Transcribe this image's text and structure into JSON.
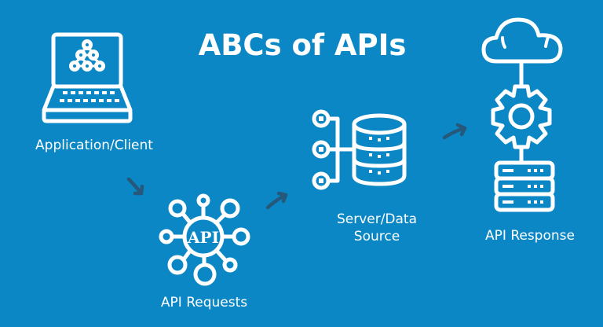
{
  "title": "ABCs of APIs",
  "colors": {
    "background": "#0b87c5",
    "icon": "#ffffff",
    "arrow": "#25587a"
  },
  "steps": [
    {
      "label": "Application/Client",
      "icon": "laptop-network-icon"
    },
    {
      "label": "API Requests",
      "icon": "api-hub-icon"
    },
    {
      "label_line1": "Server/Data",
      "label_line2": "Source",
      "icon": "database-icon"
    },
    {
      "label": "API Response",
      "icon": "cloud-gear-server-icon"
    }
  ],
  "api_badge": "API"
}
